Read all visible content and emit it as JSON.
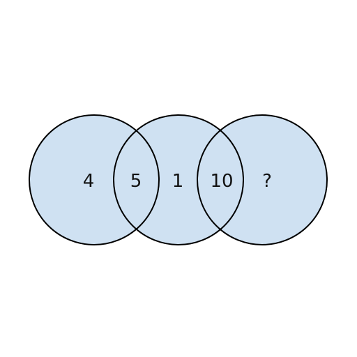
{
  "colors": {
    "circle_fill": "#cfe1f2",
    "circle_stroke": "#000000",
    "background": "#ffffff"
  },
  "regions": {
    "left_only": "4",
    "left_middle": "5",
    "middle_only": "1",
    "middle_right": "10",
    "right_only": "?"
  }
}
